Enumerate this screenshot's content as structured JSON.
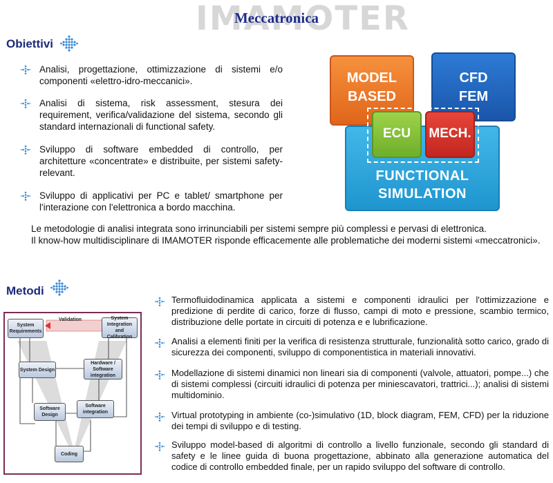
{
  "header": {
    "logo_text": "IMAMOTER",
    "title": "Meccatronica"
  },
  "objectives": {
    "title": "Obiettivi",
    "bullets": [
      "Analisi, progettazione, ottimizzazione di sistemi e/o componenti «elettro-idro-meccanici».",
      "Analisi di sistema, risk assessment, stesura dei requirement, verifica/validazione del sistema, secondo gli standard internazionali di functional safety.",
      "Sviluppo di software embedded di controllo, per architetture «concentrate» e distribuite, per sistemi safety-relevant.",
      "Sviluppo di applicativi per PC e tablet/ smartphone per l'interazione con l'elettronica a bordo macchina."
    ]
  },
  "diagram": {
    "model_based": [
      "MODEL",
      "BASED"
    ],
    "cfd_fem": [
      "CFD",
      "FEM"
    ],
    "ecu": "ECU",
    "mech": "MECH.",
    "functional": [
      "FUNCTIONAL",
      "SIMULATION"
    ],
    "colors": {
      "orange": "#f07a28",
      "blue": "#1f67c4",
      "green": "#8cc63f",
      "red": "#d8332a",
      "cyan": "#29a8dd"
    }
  },
  "intro_paragraph": [
    "Le metodologie di analisi integrata sono irrinunciabili per sistemi sempre più complessi e pervasi di elettronica.",
    "Il know-how multidisciplinare di IMAMOTER risponde efficacemente alle problematiche dei moderni sistemi «meccatronici»."
  ],
  "methods": {
    "title": "Metodi",
    "bullets": [
      "Termofluidodinamica applicata a sistemi e componenti idraulici per l'ottimizzazione e predizione di perdite di carico, forze di flusso, campi di moto e pressione, scambio termico, distribuzione delle portate in circuiti di potenza e e lubrificazione.",
      "Analisi a elementi finiti per la verifica di resistenza strutturale, funzionalità sotto carico, grado di sicurezza dei componenti, sviluppo di componentistica in materiali innovativi.",
      "Modellazione di sistemi dinamici non lineari sia di componenti (valvole, attuatori, pompe...) che di sistemi complessi (circuiti idraulici di potenza per miniescavatori, trattrici...); analisi di sistemi multidominio.",
      "Virtual prototyping in ambiente (co-)simulativo (1D, block diagram, FEM, CFD) per la riduzione dei tempi di sviluppo e di testing.",
      "Sviluppo model-based di algoritmi di controllo a livello funzionale, secondo gli standard di safety e le linee guida di buona progettazione, abbinato alla generazione automatica del codice di controllo embedded finale, per un rapido sviluppo del software di controllo."
    ]
  },
  "vmodel": {
    "validation": "Validation",
    "system_requirements": "System Requirements",
    "system_integration": "System Integration and Calibration",
    "system_design": "System Design",
    "hw_sw_integration": "Hardware / Software integration",
    "software_design": "Software Design",
    "software_integration": "Software integration",
    "coding": "Coding"
  }
}
